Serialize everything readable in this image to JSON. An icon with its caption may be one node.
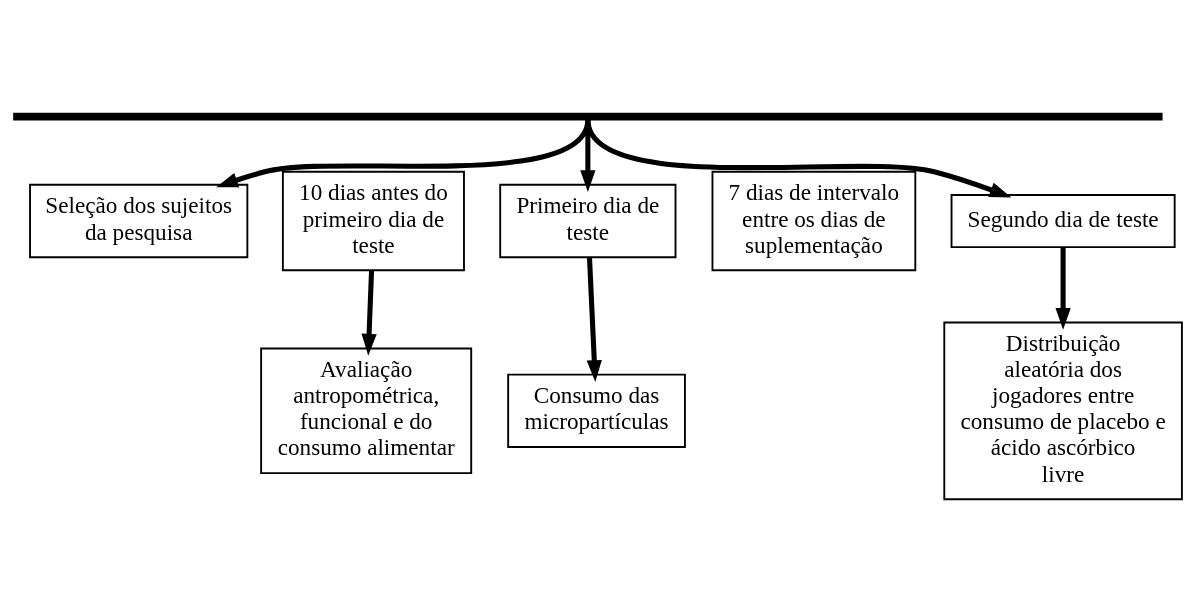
{
  "diagram": {
    "nodes": [
      {
        "text": [],
        "shape": "bar"
      },
      {
        "text": [
          "Seleção dos sujeitos da pesquisa"
        ]
      },
      {
        "text": [
          "10 dias antes do primeiro dia de teste"
        ]
      },
      {
        "text": [
          "Avaliação antropométrica, funcional e do consumo alimentar"
        ]
      },
      {
        "text": [
          "Primeiro dia de teste"
        ]
      },
      {
        "text": [
          "Consumo das micropartículas"
        ]
      },
      {
        "text": [
          "7 dias de intervalo entre os dias de suplementação"
        ]
      },
      {
        "text": [
          "Segundo dia de teste"
        ]
      },
      {
        "text": [
          "Distribuição aleatória dos jogadores entre consumo de placebo e ácido ascórbico livre"
        ]
      }
    ],
    "edges": [
      {
        "from": 0,
        "to": 1,
        "arrow": "to"
      },
      {
        "from": 2,
        "to": 3,
        "arrow": "to"
      },
      {
        "from": 0,
        "to": 4,
        "arrow": "to"
      },
      {
        "from": 4,
        "to": 5,
        "arrow": "to"
      },
      {
        "from": 0,
        "to": 7,
        "arrow": "to"
      },
      {
        "from": 7,
        "to": 8,
        "arrow": "to"
      }
    ]
  }
}
